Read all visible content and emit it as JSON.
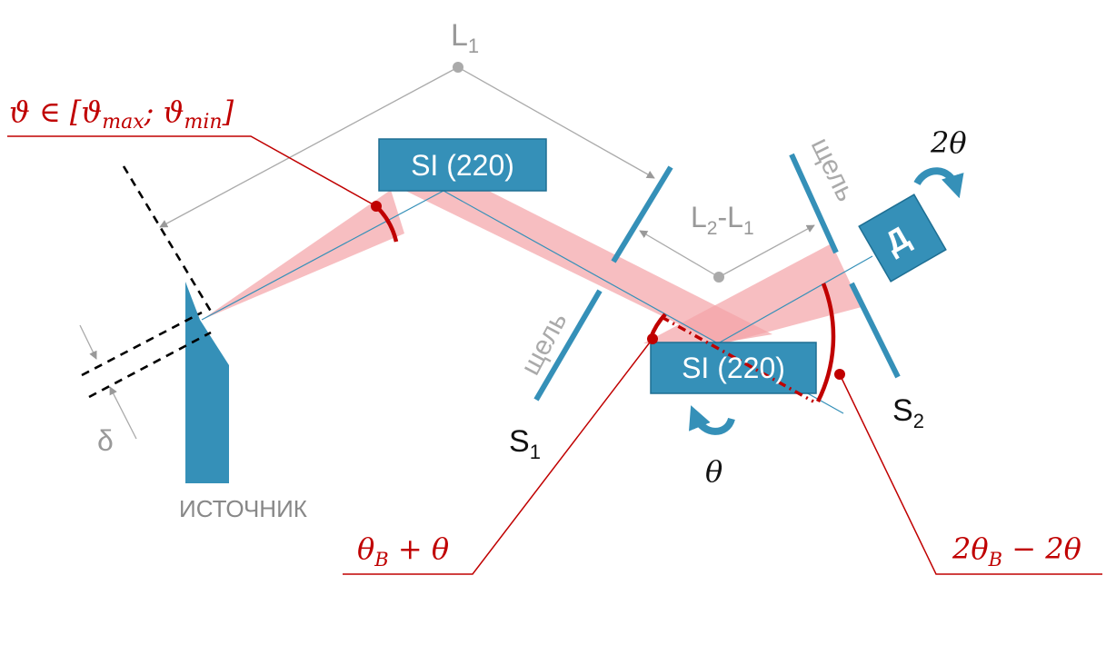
{
  "labels": {
    "l1": "L",
    "l1_sub": "1",
    "l2l1_a": "L",
    "l2l1_a_sub": "2",
    "l2l1_b": "-L",
    "l2l1_b_sub": "1",
    "crystal1": "SI (220)",
    "crystal2": "SI (220)",
    "slit1": "щель",
    "slit2": "щель",
    "s1": "S",
    "s1_sub": "1",
    "s2": "S",
    "s2_sub": "2",
    "detector": "Д",
    "source": "ИСТОЧНИК",
    "delta": "δ",
    "two_theta": "2θ",
    "theta": "θ",
    "angle_range": "ϑ ∈ [ϑmax; ϑmin]",
    "theta_b_plus": "θB + θ",
    "two_theta_b_minus": "2θB − 2θ"
  },
  "colors": {
    "component_blue": "#3590b8",
    "beam_pink": "#f4a3a6",
    "annotation_red": "#c00000",
    "dimension_gray": "#999999",
    "text_black": "#111111"
  }
}
